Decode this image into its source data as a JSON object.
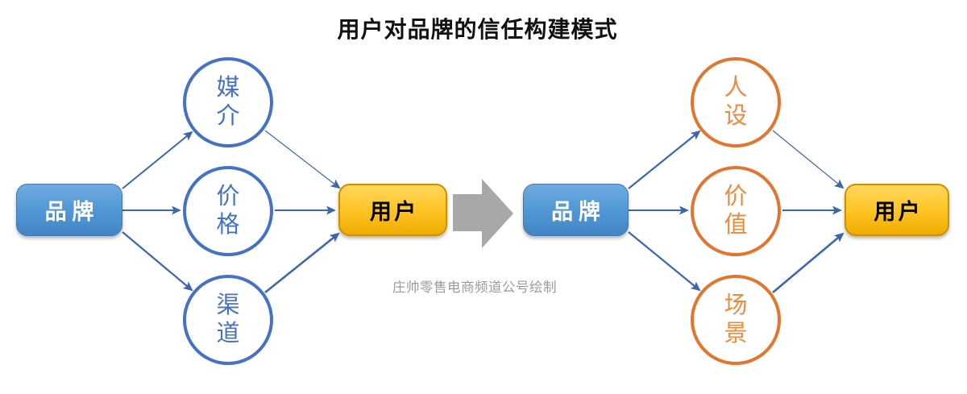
{
  "title": "用户对品牌的信任构建模式",
  "watermark": "庄帅零售电商频道公号绘制",
  "left_model": {
    "source": "品牌",
    "factors": [
      "媒介",
      "价格",
      "渠道"
    ],
    "target": "用户"
  },
  "right_model": {
    "source": "品牌",
    "factors": [
      "人设",
      "价值",
      "场景"
    ],
    "target": "用户"
  },
  "colors": {
    "brand_box_fill": "#5B9BD5",
    "brand_box_border": "#4679B2",
    "user_box_fill": "#FFC427",
    "user_box_border": "#C79200",
    "left_circle": "#4472C4",
    "right_circle": "#E2762F",
    "connector": "#3D66AC",
    "transform_arrow": "#A8A8A8"
  }
}
